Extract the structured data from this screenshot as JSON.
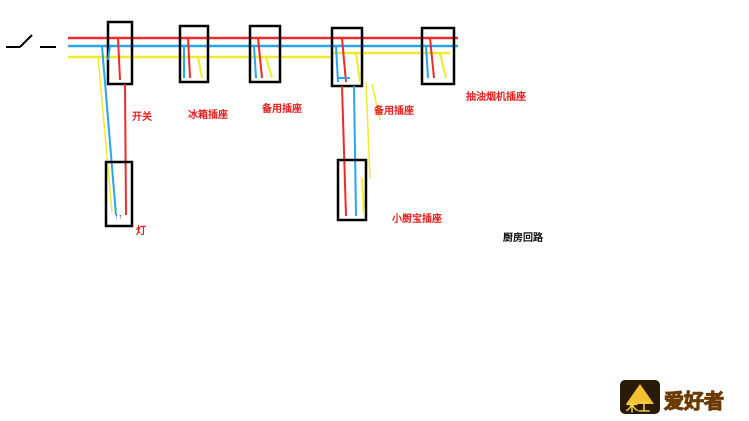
{
  "diagram": {
    "title": "厨房回路",
    "colors": {
      "live": "#ef2a2a",
      "neutral": "#2aa6e6",
      "earth": "#f2ea2e",
      "box": "#000000",
      "label": "#e02020"
    },
    "labels": {
      "switch": "开关",
      "lamp": "灯",
      "fridge_socket": "冰箱插座",
      "spare_socket_1": "备用插座",
      "spare_socket_2": "备用插座",
      "hood_socket": "抽油烟机插座",
      "appliance_socket": "小厨宝插座"
    }
  },
  "logo": {
    "text": "爱好者",
    "badge_text": "木工"
  }
}
